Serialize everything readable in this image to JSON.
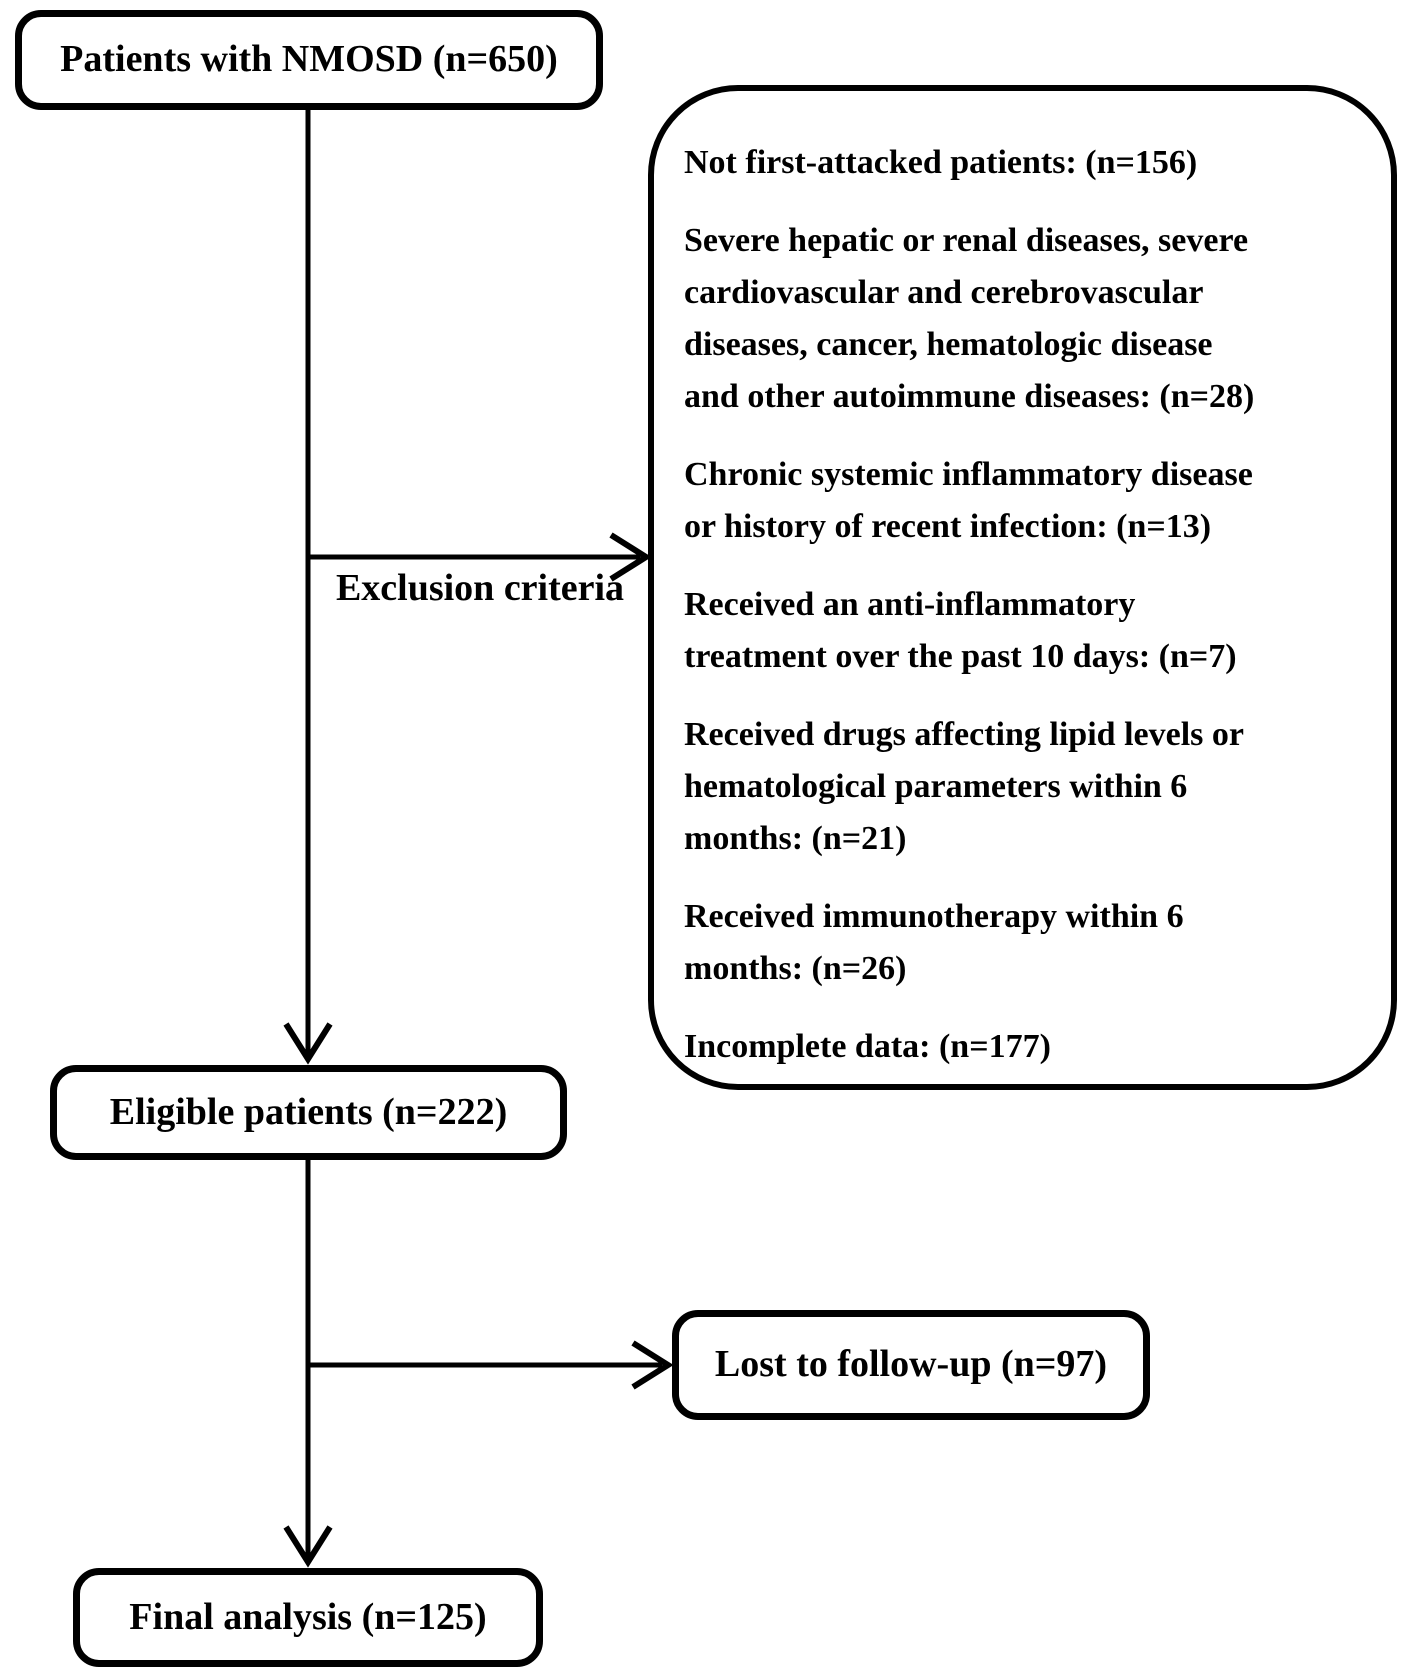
{
  "figure": {
    "kind": "patient-flow-diagram",
    "colors": {
      "ink": "#000000",
      "background": "#ffffff"
    }
  },
  "nodes": {
    "patients": {
      "label": "Patients with NMOSD (n=650)",
      "n": 650
    },
    "eligible": {
      "label": "Eligible patients (n=222)",
      "n": 222
    },
    "lost_to_followup": {
      "label": "Lost to follow-up (n=97)",
      "n": 97
    },
    "final_analysis": {
      "label": "Final analysis (n=125)",
      "n": 125
    }
  },
  "labels": {
    "exclusion_criteria": "Exclusion criteria"
  },
  "exclusion_box": {
    "items": [
      "Not first-attacked patients: (n=156)",
      "Severe hepatic or renal diseases, severe\ncardiovascular and cerebrovascular\ndiseases, cancer, hematologic disease\nand other autoimmune diseases: (n=28)",
      "Chronic systemic inflammatory disease\nor history of recent infection: (n=13)",
      "Received an anti-inflammatory\ntreatment over the past 10 days: (n=7)",
      "Received drugs affecting lipid levels or\nhematological parameters within 6\nmonths: (n=21)",
      "Received immunotherapy within 6\nmonths: (n=26)",
      "Incomplete data: (n=177)"
    ]
  }
}
